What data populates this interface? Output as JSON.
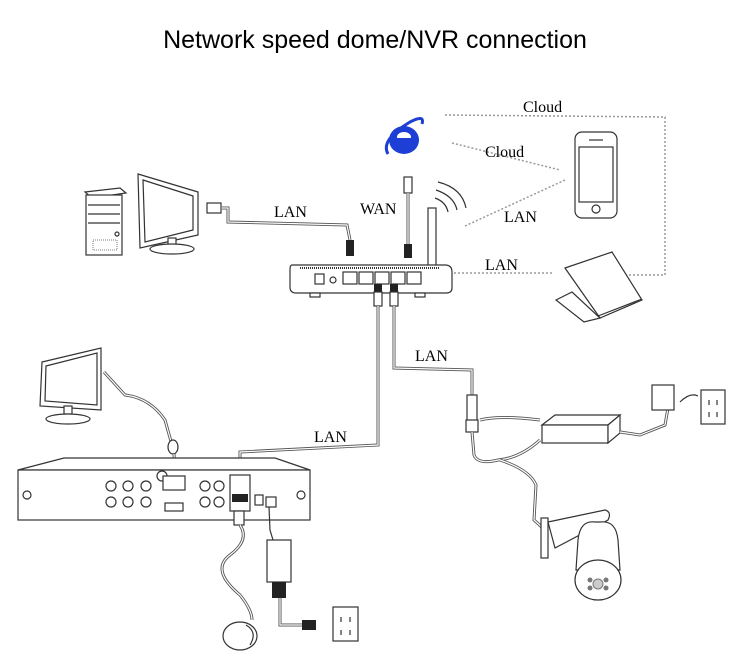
{
  "title": "Network speed dome/NVR  connection",
  "labels": {
    "cloud_top": "Cloud",
    "cloud_mid": "Cloud",
    "wan": "WAN",
    "lan_pc": "LAN",
    "lan_phone": "LAN",
    "lan_laptop": "LAN",
    "lan_nvr": "LAN",
    "lan_camera": "LAN"
  },
  "colors": {
    "ie_logo": "#1e3fd6",
    "line": "#333333",
    "dotted": "#999999"
  },
  "devices": [
    {
      "name": "desktop-pc",
      "icon": "pc-tower-icon"
    },
    {
      "name": "pc-monitor",
      "icon": "monitor-icon"
    },
    {
      "name": "router",
      "icon": "router-icon"
    },
    {
      "name": "internet",
      "icon": "internet-explorer-icon"
    },
    {
      "name": "smartphone",
      "icon": "phone-icon"
    },
    {
      "name": "laptop",
      "icon": "laptop-icon"
    },
    {
      "name": "nvr-monitor",
      "icon": "monitor-icon"
    },
    {
      "name": "nvr",
      "icon": "nvr-icon"
    },
    {
      "name": "mouse",
      "icon": "mouse-icon"
    },
    {
      "name": "nvr-power-adapter",
      "icon": "power-adapter-icon"
    },
    {
      "name": "poe-power-supply",
      "icon": "power-supply-icon"
    },
    {
      "name": "speed-dome-camera",
      "icon": "ptz-camera-icon"
    },
    {
      "name": "wall-outlet",
      "icon": "outlet-icon"
    }
  ]
}
